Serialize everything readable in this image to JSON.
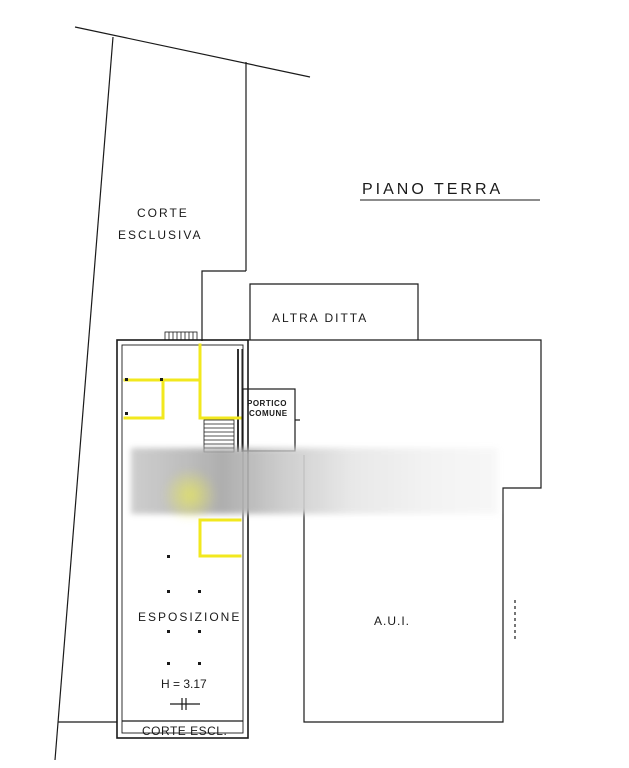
{
  "labels": {
    "floor_title": "PIANO TERRA",
    "courtyard_line1": "CORTE",
    "courtyard_line2": "ESCLUSIVA",
    "other_company": "ALTRA DITTA",
    "porch_line1": "PORTICO",
    "porch_line2": "COMUNE",
    "exhibition": "ESPOSIZIONE",
    "height": "H = 3.17",
    "courtyard_bottom": "CORTE ESCL.",
    "aui": "A.U.I."
  },
  "colors": {
    "line": "#1a1a1a",
    "highlight": "#f2e81e",
    "paper": "#ffffff"
  }
}
